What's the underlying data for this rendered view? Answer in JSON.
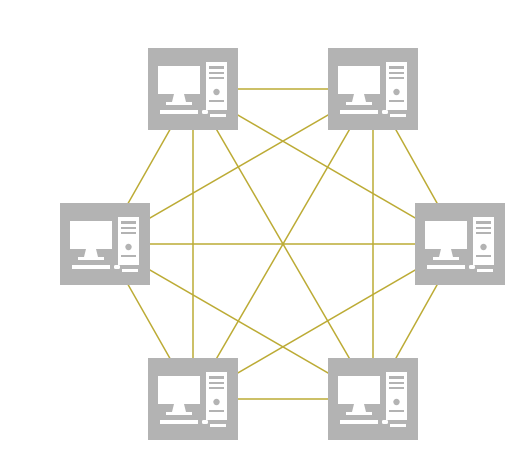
{
  "diagram": {
    "topology": "full-mesh",
    "node_icon": "desktop-computer-icon",
    "nodes": [
      {
        "id": "top-left"
      },
      {
        "id": "top-right"
      },
      {
        "id": "middle-left"
      },
      {
        "id": "middle-right"
      },
      {
        "id": "bottom-left"
      },
      {
        "id": "bottom-right"
      }
    ],
    "links": [
      [
        "top-left",
        "top-right"
      ],
      [
        "top-left",
        "middle-left"
      ],
      [
        "top-left",
        "middle-right"
      ],
      [
        "top-left",
        "bottom-left"
      ],
      [
        "top-left",
        "bottom-right"
      ],
      [
        "top-right",
        "middle-left"
      ],
      [
        "top-right",
        "middle-right"
      ],
      [
        "top-right",
        "bottom-left"
      ],
      [
        "top-right",
        "bottom-right"
      ],
      [
        "middle-left",
        "middle-right"
      ],
      [
        "middle-left",
        "bottom-left"
      ],
      [
        "middle-left",
        "bottom-right"
      ],
      [
        "middle-right",
        "bottom-left"
      ],
      [
        "middle-right",
        "bottom-right"
      ],
      [
        "bottom-left",
        "bottom-right"
      ]
    ],
    "colors": {
      "link": "#bcab35",
      "node_background": "#b3b3b3",
      "icon": "#ffffff"
    }
  }
}
